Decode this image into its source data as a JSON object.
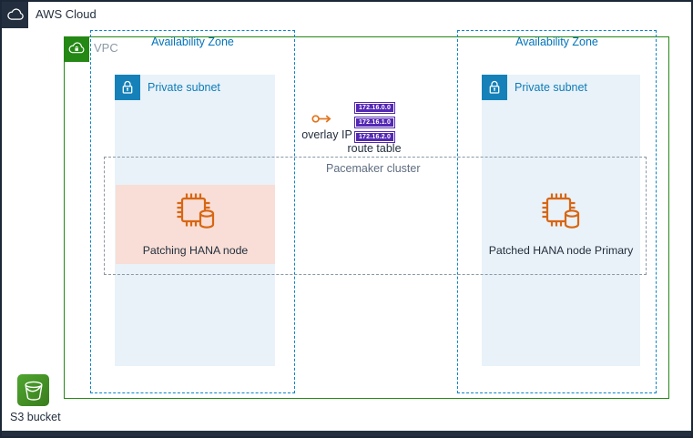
{
  "header": {
    "aws_cloud_label": "AWS Cloud"
  },
  "vpc": {
    "label": "VPC"
  },
  "zones": [
    {
      "label": "Availability Zone",
      "subnet": {
        "label": "Private subnet"
      },
      "node": {
        "label": "Patching HANA node",
        "highlighted": true
      }
    },
    {
      "label": "Availability Zone",
      "subnet": {
        "label": "Private subnet"
      },
      "node": {
        "label": "Patched HANA node Primary",
        "highlighted": false
      }
    }
  ],
  "pacemaker": {
    "label": "Pacemaker cluster"
  },
  "overlay_ip": {
    "label": "overlay IP"
  },
  "route_table": {
    "label": "route table",
    "entries": [
      "172.16.0.0",
      "172.16.1.0",
      "172.16.2.0"
    ]
  },
  "s3": {
    "label": "S3 bucket"
  },
  "icons": {
    "aws-cloud-icon": "cloud-outline",
    "vpc-icon": "cloud-with-lock",
    "private-subnet-icon": "lock",
    "hana-node-icon": "chip-with-database",
    "overlay-ip-icon": "circle-arrow-right",
    "s3-bucket-icon": "bucket"
  },
  "colors": {
    "aws_dark": "#232F3E",
    "vpc_green": "#248814",
    "az_blue": "#0073BB",
    "subnet_fill": "#E9F2F8",
    "subnet_icon_blue": "#1581B8",
    "node_orange": "#D86613",
    "patching_highlight_fill": "#F8DED6",
    "route_purple": "#5428B4",
    "s3_green": "#3F8624",
    "pacemaker_gray": "#5F6E81"
  }
}
